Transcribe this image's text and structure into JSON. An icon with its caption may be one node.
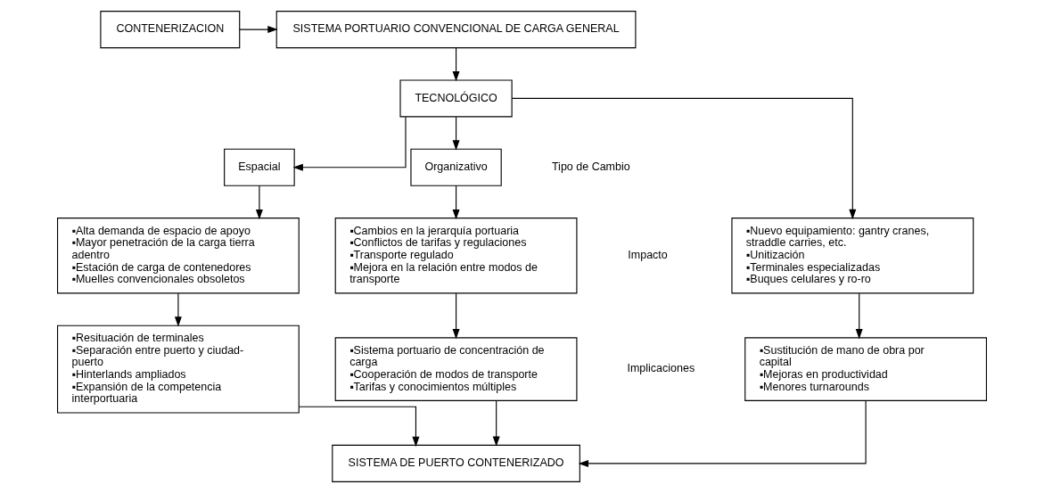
{
  "diagram": {
    "nodes": [
      {
        "text": [
          "CONTENERIZACION"
        ]
      },
      {
        "text": [
          "SISTEMA PORTUARIO CONVENCIONAL DE CARGA GENERAL"
        ]
      },
      {
        "text": [
          "TECNOLÓGICO"
        ]
      },
      {
        "text": [
          "Espacial"
        ]
      },
      {
        "text": [
          "Organizativo"
        ]
      },
      {
        "text": [
          "▪Alta demanda de espacio de apoyo",
          "▪Mayor penetración de la carga tierra adentro",
          "▪Estación de carga de contenedores",
          "▪Muelles convencionales obsoletos"
        ]
      },
      {
        "text": [
          "▪Nuevo equipamiento: gantry cranes, straddle carries, etc.",
          "▪Unitización",
          "▪Terminales especializadas",
          "▪Buques celulares y ro-ro"
        ]
      },
      {
        "text": [
          "▪Cambios en la jerarquía portuaria",
          "▪Conflictos de tarifas y regulaciones",
          "▪Transporte regulado",
          "▪Mejora en la relación entre modos de transporte"
        ]
      },
      {
        "text": [
          "▪Resituación de terminales",
          "▪Separación entre puerto y ciudad-puerto",
          "▪Hinterlands ampliados",
          "▪Expansión de la competencia interportuaria"
        ]
      },
      {
        "text": [
          "▪Sustitución de mano de obra por capital",
          "▪Mejoras en productividad",
          "▪Menores turnarounds"
        ]
      },
      {
        "text": [
          "▪Sistema portuario de concentración de carga",
          "▪Cooperación de modos de transporte",
          "▪Tarifas y conocimientos múltiples"
        ]
      },
      {
        "text": [
          "SISTEMA DE PUERTO CONTENERIZADO"
        ]
      }
    ],
    "edges": [
      {
        "from": 0,
        "to": 1,
        "arrow": "to"
      },
      {
        "from": 1,
        "to": 2,
        "arrow": "to"
      },
      {
        "from": 2,
        "to": 3,
        "arrow": "to"
      },
      {
        "from": 2,
        "to": 6,
        "arrow": "to"
      },
      {
        "from": 2,
        "to": 4,
        "arrow": "to"
      },
      {
        "from": 3,
        "to": 5,
        "arrow": "to"
      },
      {
        "from": 4,
        "to": 7,
        "arrow": "to"
      },
      {
        "from": 5,
        "to": 8,
        "arrow": "to"
      },
      {
        "from": 6,
        "to": 9,
        "arrow": "to"
      },
      {
        "from": 7,
        "to": 10,
        "arrow": "to"
      },
      {
        "from": 8,
        "to": 11,
        "arrow": "to"
      },
      {
        "from": 9,
        "to": 11,
        "arrow": "to"
      },
      {
        "from": 10,
        "to": 11,
        "arrow": "to"
      }
    ],
    "labels": [
      "Tipo de Cambio",
      "Impacto",
      "Implicaciones"
    ]
  }
}
